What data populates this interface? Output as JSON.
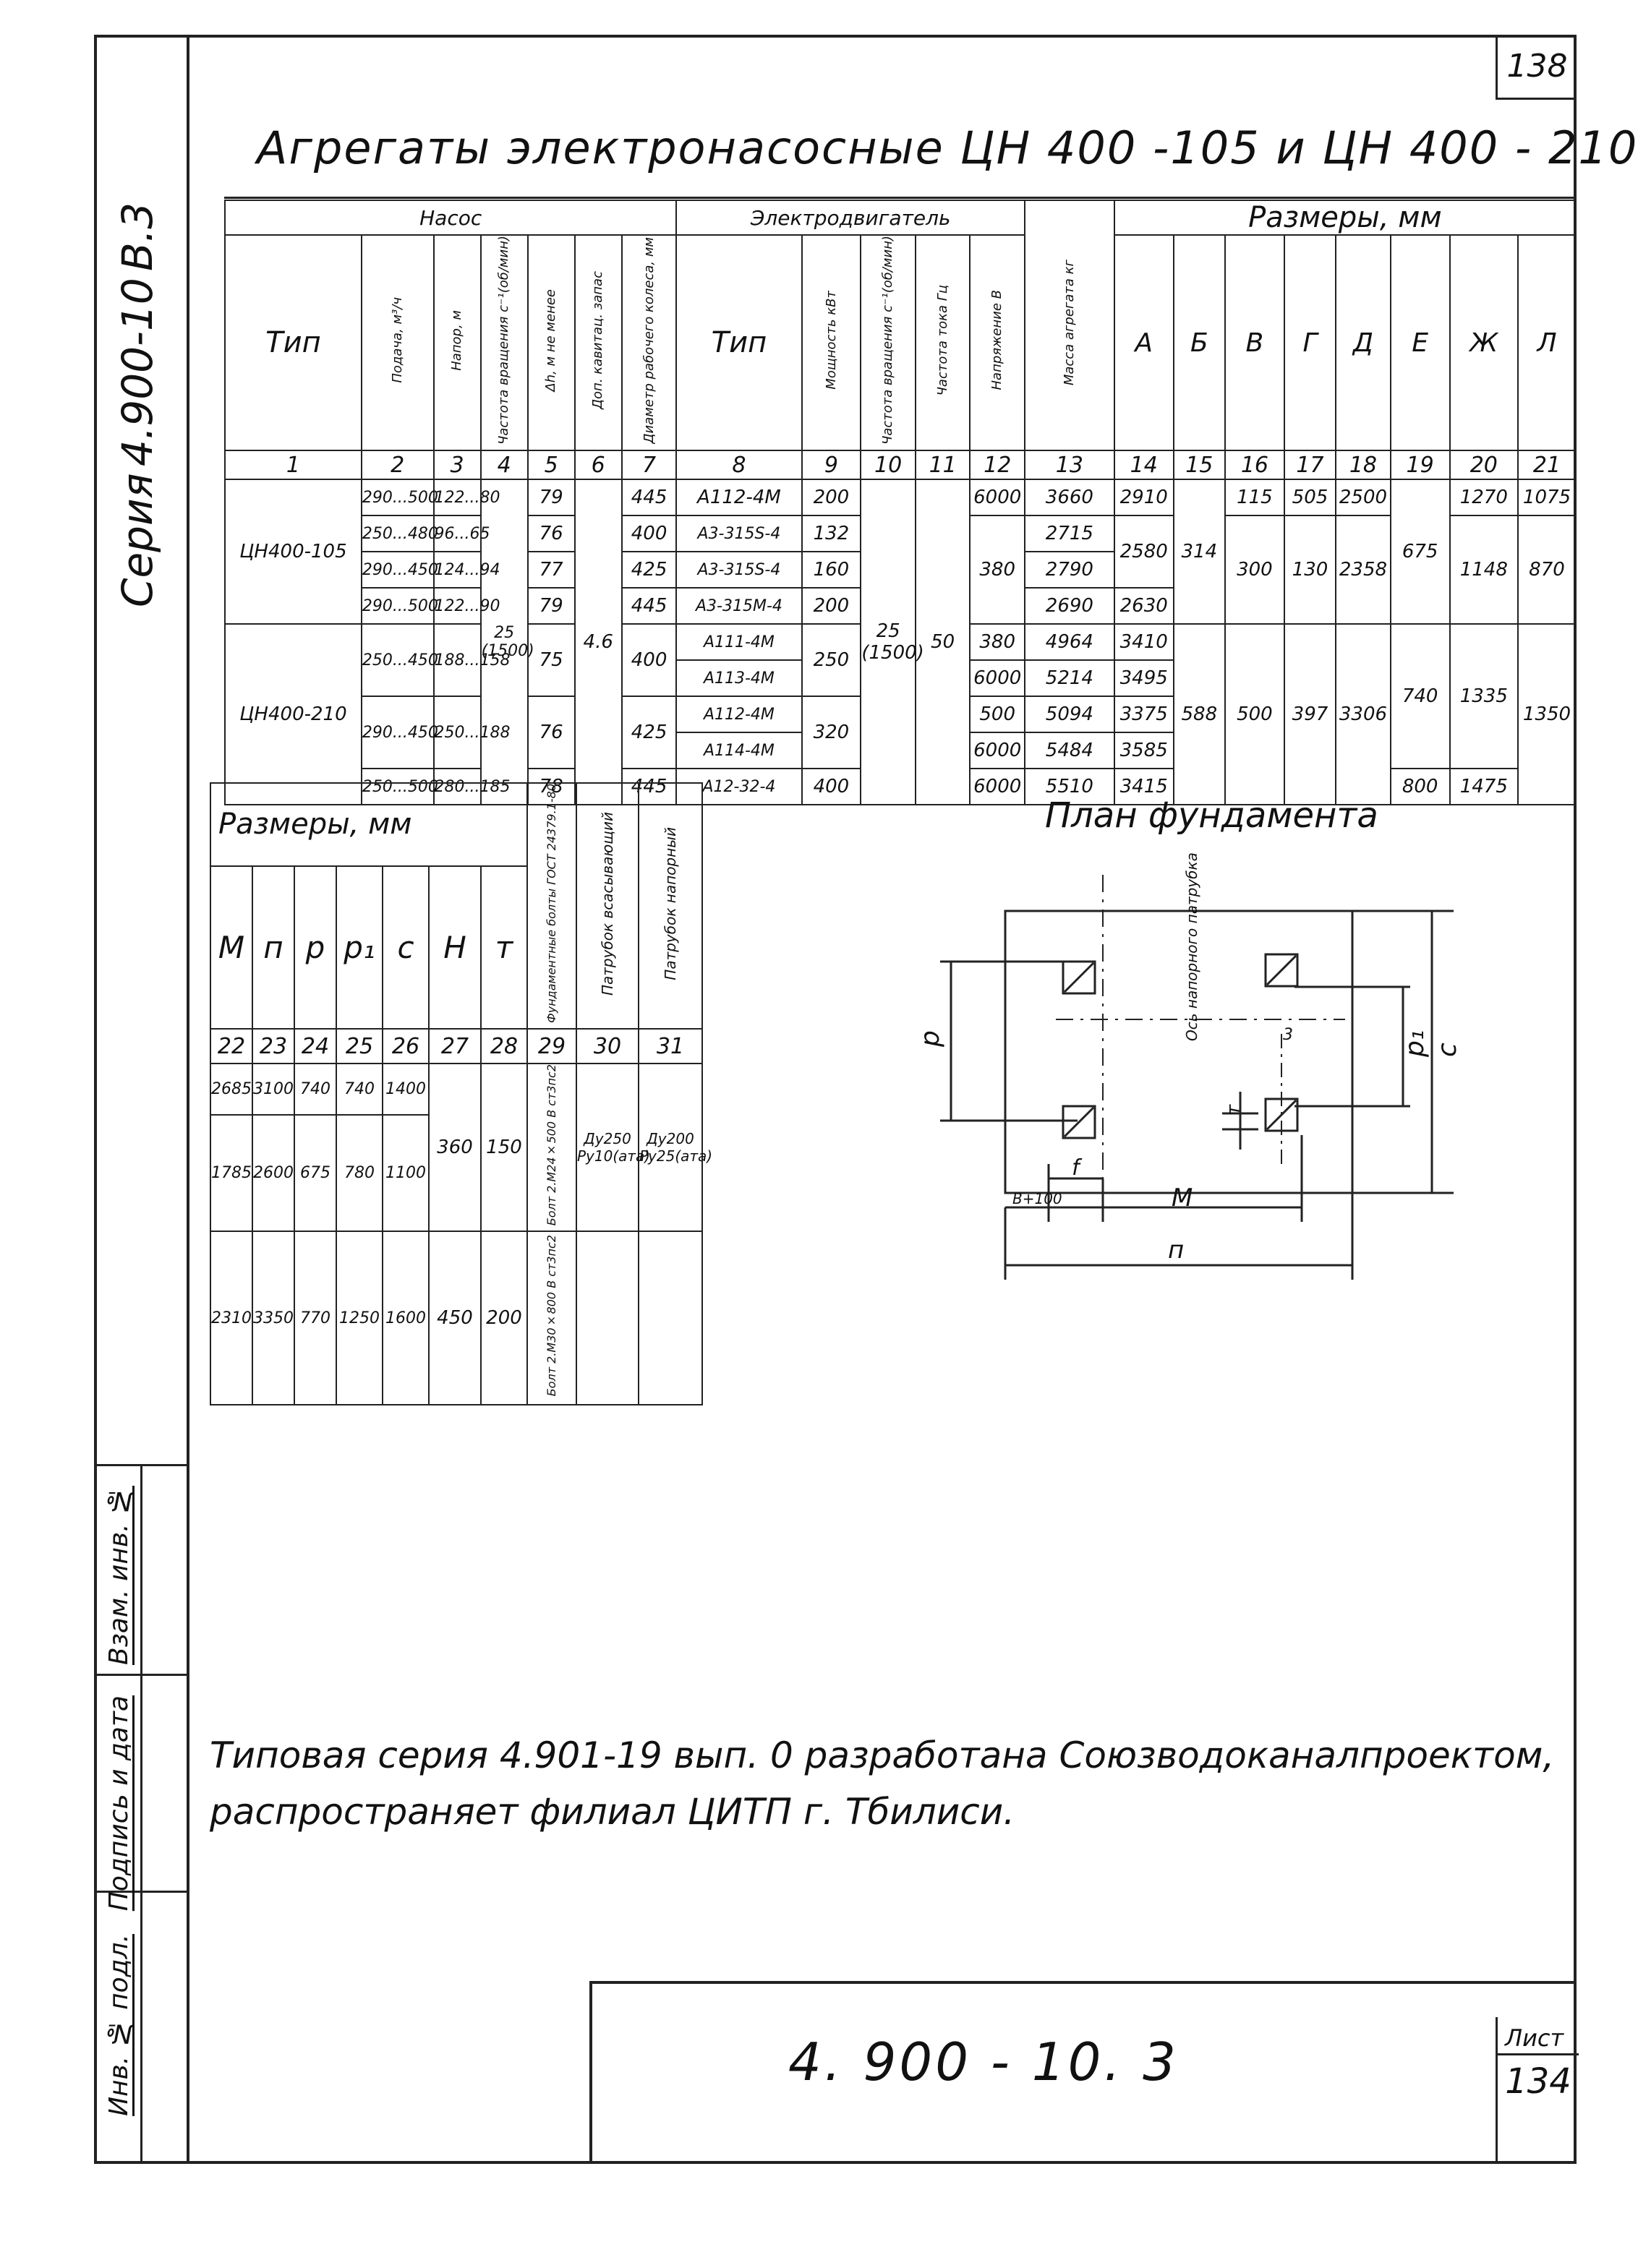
{
  "sheet_number": "138",
  "series_side": {
    "series": "Серия",
    "code": "4.900-10",
    "issue": "В.3"
  },
  "title": "Агрегаты электронасосные ЦН 400 -105 и ЦН 400 - 210",
  "table1": {
    "groups": {
      "pump": "Насос",
      "motor": "Электродвигатель",
      "sizes": "Размеры, мм"
    },
    "headers": {
      "type": "Тип",
      "flow": "Подача, м³/ч",
      "head": "Напор, м",
      "rot_freq": "Частота вращения с⁻¹(об/мин)",
      "npsh": "Δh, м не менее",
      "cavitation": "Доп. кавитац. запас",
      "impeller": "Диаметр рабочего колеса, мм",
      "motor_type": "Тип",
      "power": "Мощность кВт",
      "motor_rot": "Частота вращения с⁻¹(об/мин)",
      "current_freq": "Частота тока Гц",
      "voltage": "Напряжение В",
      "mass": "Масса агрегата кг",
      "A": "А",
      "B": "Б",
      "V": "В",
      "G": "Г",
      "D": "Д",
      "E": "Е",
      "Zh": "Ж",
      "L": "Л"
    },
    "col_numbers": [
      "1",
      "2",
      "3",
      "4",
      "5",
      "6",
      "7",
      "8",
      "9",
      "10",
      "11",
      "12",
      "13",
      "14",
      "15",
      "16",
      "17",
      "18",
      "19",
      "20",
      "21"
    ],
    "rows": [
      [
        "ЦН400-105",
        "290...500",
        "122...80",
        "25 (1500)",
        "79",
        "4.6",
        "445",
        "А112-4М",
        "200",
        "25 (1500)",
        "50",
        "6000",
        "3660",
        "2910",
        "314",
        "115",
        "505",
        "2500",
        "675",
        "1270",
        "1075"
      ],
      [
        "",
        "250...480",
        "96...65",
        "",
        "76",
        "",
        "400",
        "А3-315S-4",
        "132",
        "",
        "",
        "380",
        "2715",
        "2580",
        "",
        "300",
        "130",
        "2358",
        "",
        "1148",
        "870"
      ],
      [
        "",
        "290...450",
        "124...94",
        "",
        "77",
        "",
        "425",
        "А3-315S-4",
        "160",
        "",
        "",
        "",
        "2790",
        "",
        "",
        "",
        "",
        "",
        "",
        "",
        ""
      ],
      [
        "",
        "290...500",
        "122...90",
        "",
        "79",
        "",
        "445",
        "А3-315М-4",
        "200",
        "",
        "",
        "",
        "2690",
        "2630",
        "",
        "",
        "",
        "",
        "",
        "",
        ""
      ],
      [
        "ЦН400-210",
        "250...450",
        "188...158",
        "",
        "75",
        "",
        "400",
        "А111-4М",
        "250",
        "",
        "",
        "380",
        "4964",
        "3410",
        "588",
        "500",
        "397",
        "3306",
        "740",
        "1335",
        "1350"
      ],
      [
        "",
        "",
        "",
        "",
        "",
        "",
        "",
        "А113-4М",
        "",
        "",
        "",
        "6000",
        "5214",
        "3495",
        "",
        "",
        "",
        "",
        "",
        "",
        ""
      ],
      [
        "",
        "290...450",
        "250...188",
        "",
        "76",
        "",
        "425",
        "А112-4М",
        "320",
        "",
        "",
        "500",
        "5094",
        "3375",
        "",
        "",
        "",
        "",
        "",
        "",
        ""
      ],
      [
        "",
        "",
        "",
        "",
        "",
        "",
        "",
        "А114-4М",
        "",
        "",
        "",
        "6000",
        "5484",
        "3585",
        "",
        "",
        "",
        "",
        "",
        "",
        ""
      ],
      [
        "",
        "250...500",
        "280...185",
        "",
        "78",
        "",
        "445",
        "А12-32-4",
        "400",
        "",
        "",
        "6000",
        "5510",
        "3415",
        "",
        "",
        "",
        "",
        "800",
        "1475",
        ""
      ]
    ]
  },
  "table2": {
    "group": "Размеры, мм",
    "headers": [
      "М",
      "п",
      "р",
      "р₁",
      "с",
      "Н",
      "т"
    ],
    "side_headers": [
      "Фундаментные болты ГОСТ 24379.1-80",
      "Патрубок всасывающий",
      "Патрубок напорный"
    ],
    "col_numbers": [
      "22",
      "23",
      "24",
      "25",
      "26",
      "27",
      "28",
      "29",
      "30",
      "31"
    ],
    "rows": [
      [
        "2685",
        "3100",
        "740",
        "740",
        "1400",
        "",
        "",
        "",
        "",
        ""
      ],
      [
        "1785",
        "2600",
        "675",
        "780",
        "1100",
        "360",
        "150",
        "Болт 2.М24×500 В ст3пс2",
        "Ду250 Ру10(ата)",
        "Ду200 Ру25(ата)"
      ],
      [
        "2310",
        "3350",
        "770",
        "1250",
        "1600",
        "450",
        "200",
        "Болт 2.М30×800 В ст3пс2",
        "",
        ""
      ]
    ]
  },
  "plan": {
    "title": "План фундамента",
    "axis_label": "Ось напорного патрубка",
    "dims": {
      "p": "р",
      "p1": "р₁",
      "c": "с",
      "m": "т",
      "f": "f",
      "M": "М",
      "n": "п",
      "b": "В+100",
      "three": "3"
    }
  },
  "left_strip": [
    "Инв. № подл.",
    "Подпись и дата",
    "Взам. инв. №"
  ],
  "footnote": "Типовая серия 4.901-19 вып. 0 разработана Союзводоканалпроектом, распространяет филиал ЦИТП г. Тбилиси.",
  "stamp": {
    "code": "4. 900 - 10. 3",
    "sheet_label": "Лист",
    "sheet": "134"
  }
}
